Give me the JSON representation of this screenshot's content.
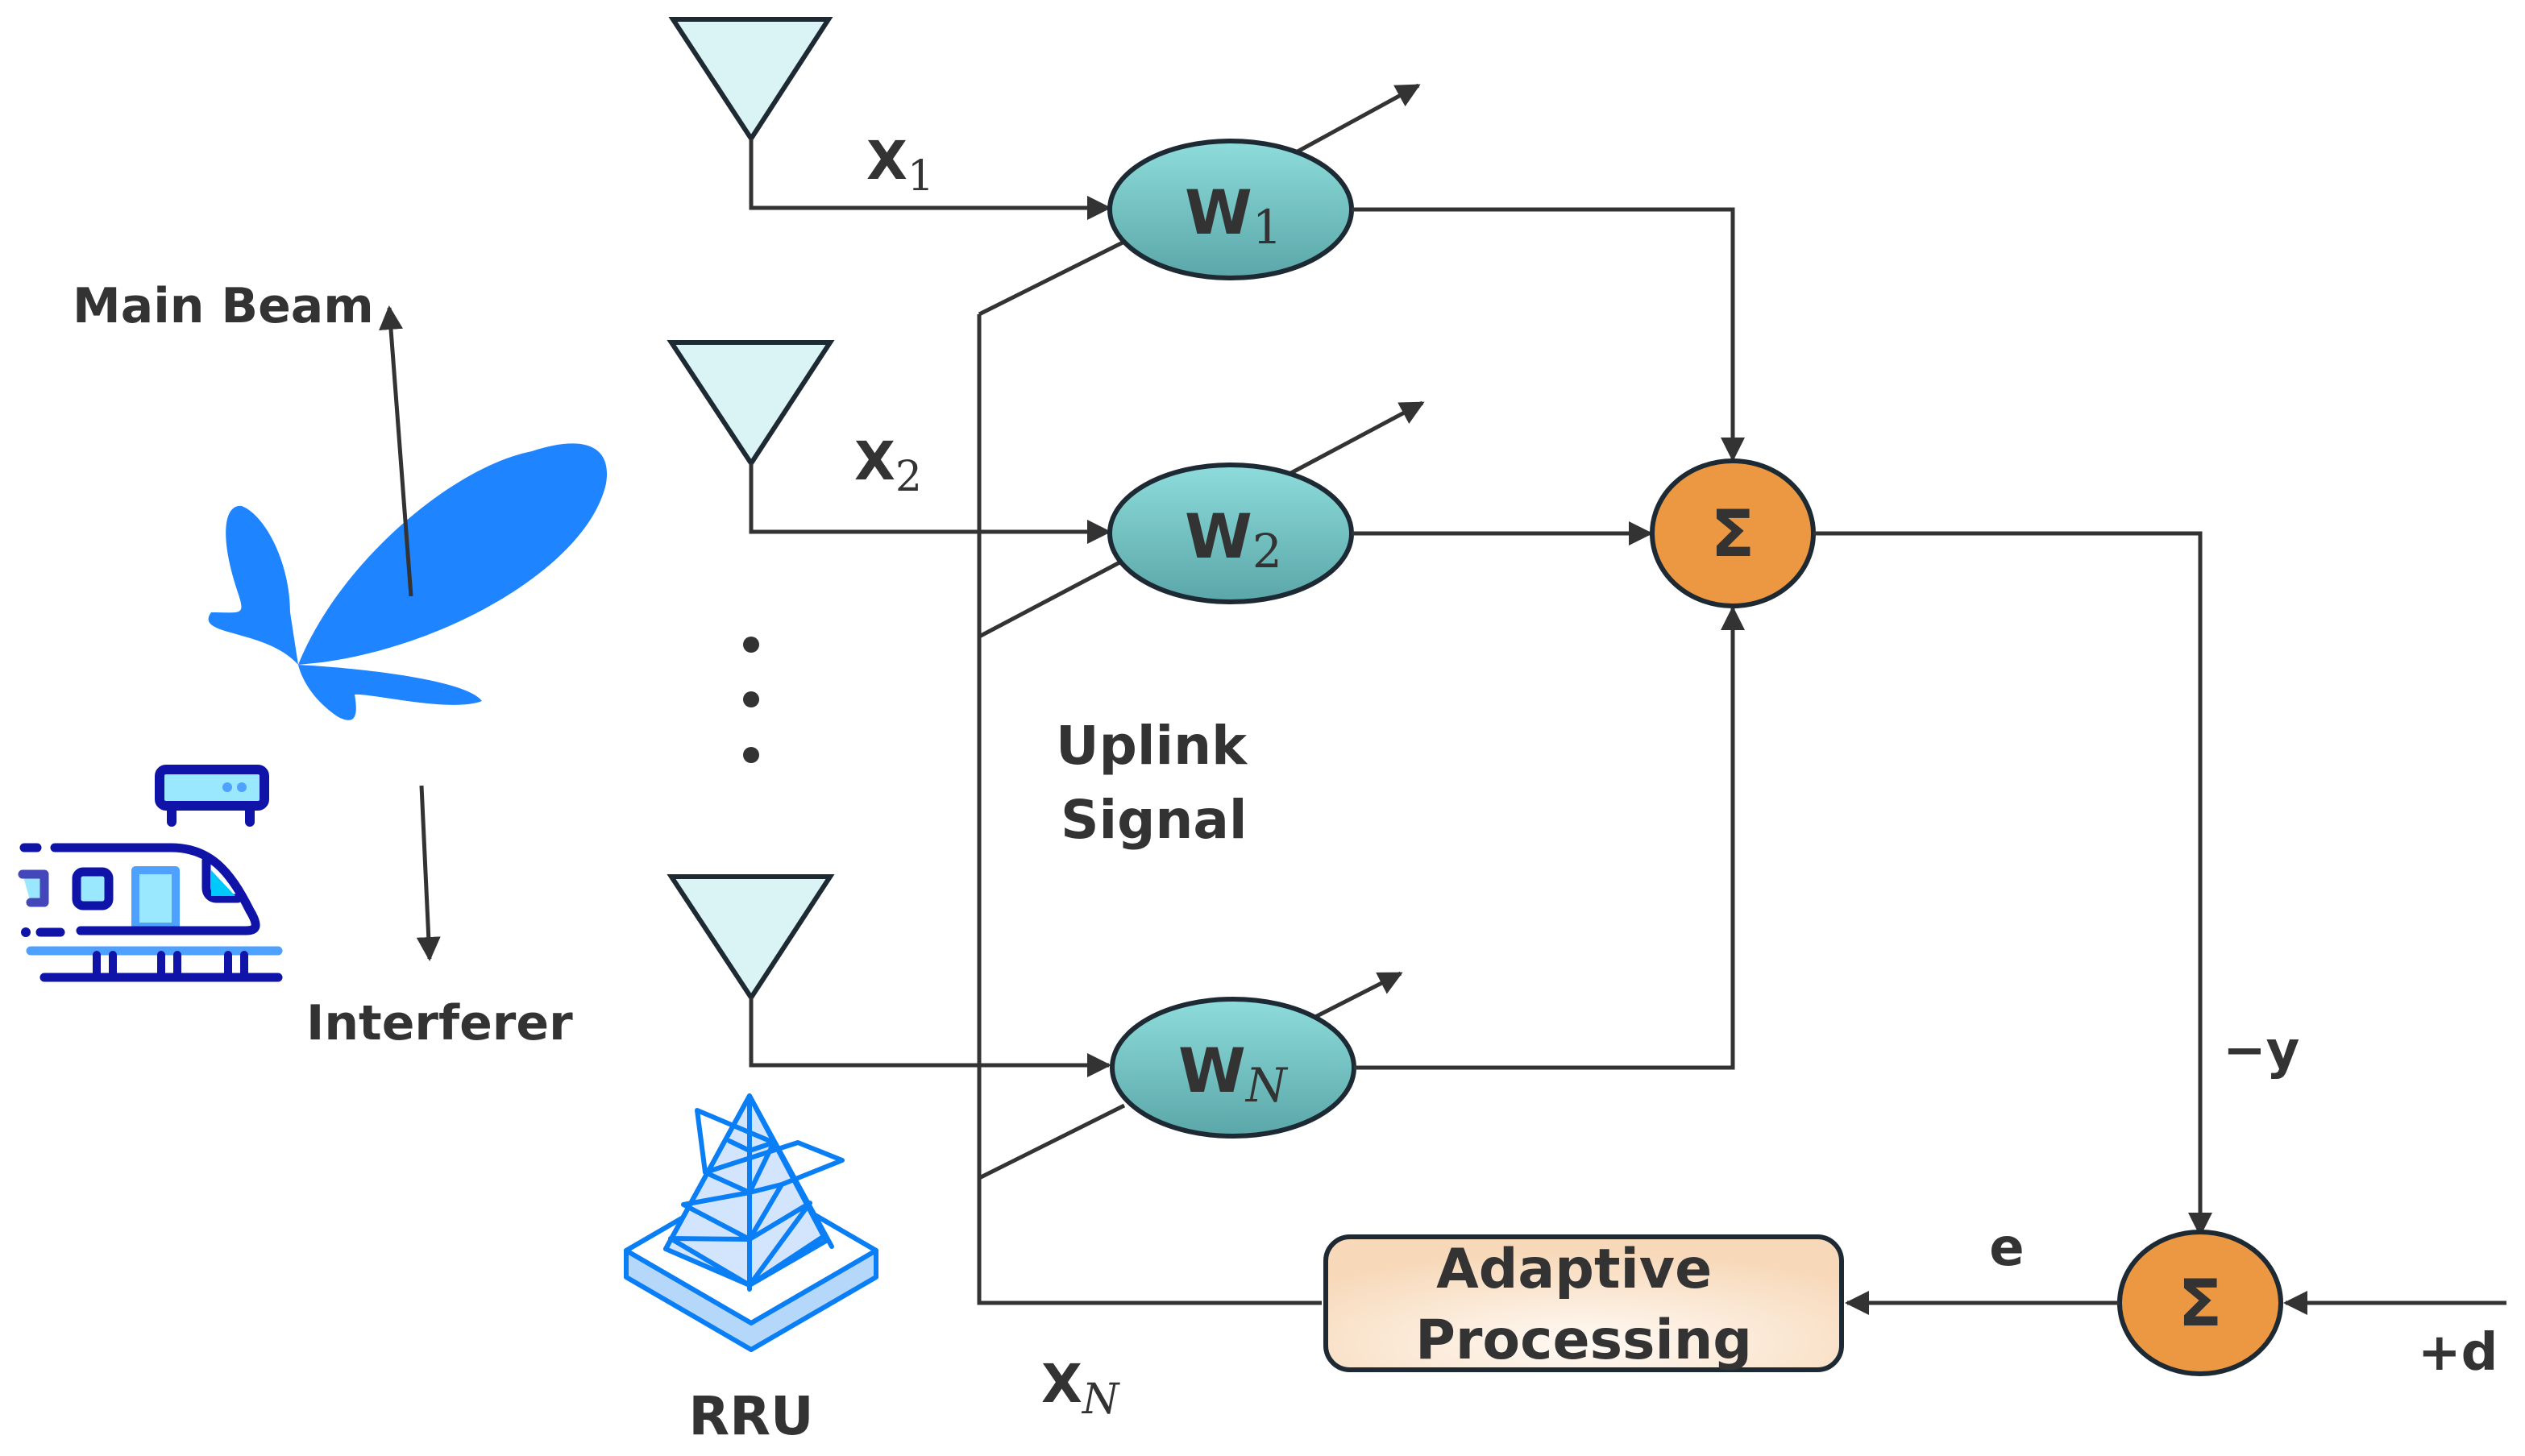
{
  "labels": {
    "main_beam": "Main Beam",
    "interferer": "Interferer",
    "rru": "RRU",
    "uplink_line1": "Uplink",
    "uplink_line2": "Signal",
    "ellipsis_dots": "⋮",
    "adaptive_line1": "Adaptive",
    "adaptive_line2": "Processing",
    "error": "e",
    "neg_output": "−y",
    "desired": "+d"
  },
  "inputs": [
    {
      "base": "X",
      "sub": "1"
    },
    {
      "base": "X",
      "sub": "2"
    },
    {
      "base": "X",
      "sub": "N"
    }
  ],
  "weights": [
    {
      "base": "W",
      "sub": "1"
    },
    {
      "base": "W",
      "sub": "2"
    },
    {
      "base": "W",
      "sub": "N"
    }
  ],
  "summers": {
    "combiner_symbol": "Σ",
    "error_symbol": "Σ"
  },
  "colors": {
    "antenna_fill": "#daf3f5",
    "weight_top": "#8edcdc",
    "weight_bottom": "#5aa6a8",
    "sum_fill": "#ec9843",
    "adaptive_edge": "#f7d8b8",
    "adaptive_center": "#fffaf5",
    "beam_blue": "#1e84ff",
    "icon_navy": "#1013a8",
    "icon_light": "#99e8fd",
    "icon_mid": "#4ea1fe",
    "line": "#333333"
  }
}
